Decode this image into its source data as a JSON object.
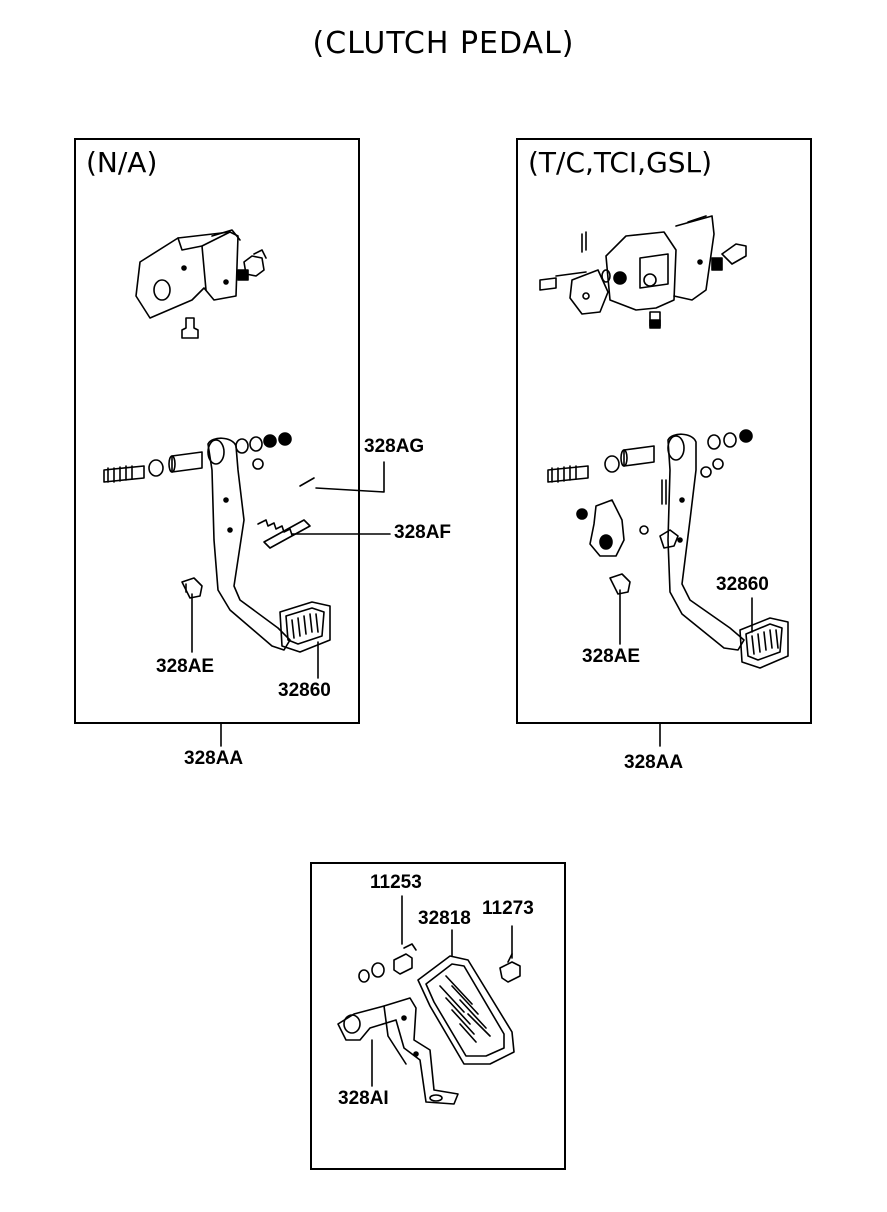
{
  "title": "(CLUTCH PEDAL)",
  "panels": {
    "na": {
      "title": "(N/A)",
      "parts": {
        "p328AG": "328AG",
        "p328AF": "328AF",
        "p328AE": "328AE",
        "p32860": "32860"
      },
      "assembly": "328AA"
    },
    "tc": {
      "title": "(T/C,TCI,GSL)",
      "parts": {
        "p32860": "32860",
        "p328AE": "328AE"
      },
      "assembly": "328AA"
    },
    "footrest": {
      "parts": {
        "p11253": "11253",
        "p32818": "32818",
        "p11273": "11273",
        "p328AI": "328AI"
      }
    }
  }
}
